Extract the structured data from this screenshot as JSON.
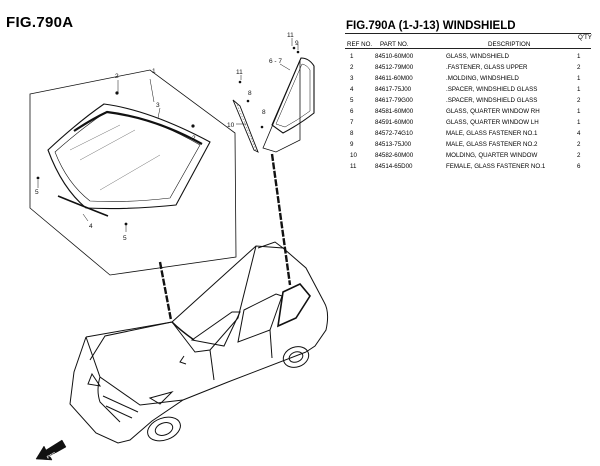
{
  "figure": {
    "label": "FIG.790A"
  },
  "parts_table": {
    "title": "FIG.790A (1-J-13) WINDSHIELD",
    "headers": {
      "ref": "REF NO.",
      "part": "PART NO.",
      "description": "DESCRIPTION",
      "qty_line1": "Q'TY",
      "qty_line2": ""
    },
    "rows": [
      {
        "ref": "1",
        "part": "84510-60M00",
        "description": "GLASS, WINDSHIELD",
        "qty": "1"
      },
      {
        "ref": "2",
        "part": "84512-79M00",
        "description": ".FASTENER, GLASS UPPER",
        "qty": "2"
      },
      {
        "ref": "3",
        "part": "84611-60M00",
        "description": ".MOLDING, WINDSHIELD",
        "qty": "1"
      },
      {
        "ref": "4",
        "part": "84617-75J00",
        "description": ".SPACER, WINDSHIELD GLASS",
        "qty": "1"
      },
      {
        "ref": "5",
        "part": "84617-79G00",
        "description": ".SPACER, WINDSHIELD GLASS",
        "qty": "2"
      },
      {
        "ref": "6",
        "part": "84581-60M00",
        "description": "GLASS, QUARTER WINDOW RH",
        "qty": "1"
      },
      {
        "ref": "7",
        "part": "84591-60M00",
        "description": "GLASS, QUARTER WINDOW LH",
        "qty": "1"
      },
      {
        "ref": "8",
        "part": "84572-74G10",
        "description": "MALE, GLASS FASTENER NO.1",
        "qty": "4"
      },
      {
        "ref": "9",
        "part": "84513-75J00",
        "description": "MALE, GLASS FASTENER NO.2",
        "qty": "2"
      },
      {
        "ref": "10",
        "part": "84582-60M00",
        "description": "MOLDING, QUARTER WINDOW",
        "qty": "2"
      },
      {
        "ref": "11",
        "part": "84514-65D00",
        "description": "FEMALE, GLASS FASTENER NO.1",
        "qty": "6"
      }
    ]
  },
  "callouts": {
    "c1": "1",
    "c2": "2",
    "c3": "3",
    "c4": "4",
    "c5a": "5",
    "c5b": "5",
    "c6_7": "6 - 7",
    "c8a": "8",
    "c8b": "8",
    "c9": "9",
    "c10": "10",
    "c11a": "11",
    "c11b": "11"
  },
  "front_arrow_label": "FWD"
}
